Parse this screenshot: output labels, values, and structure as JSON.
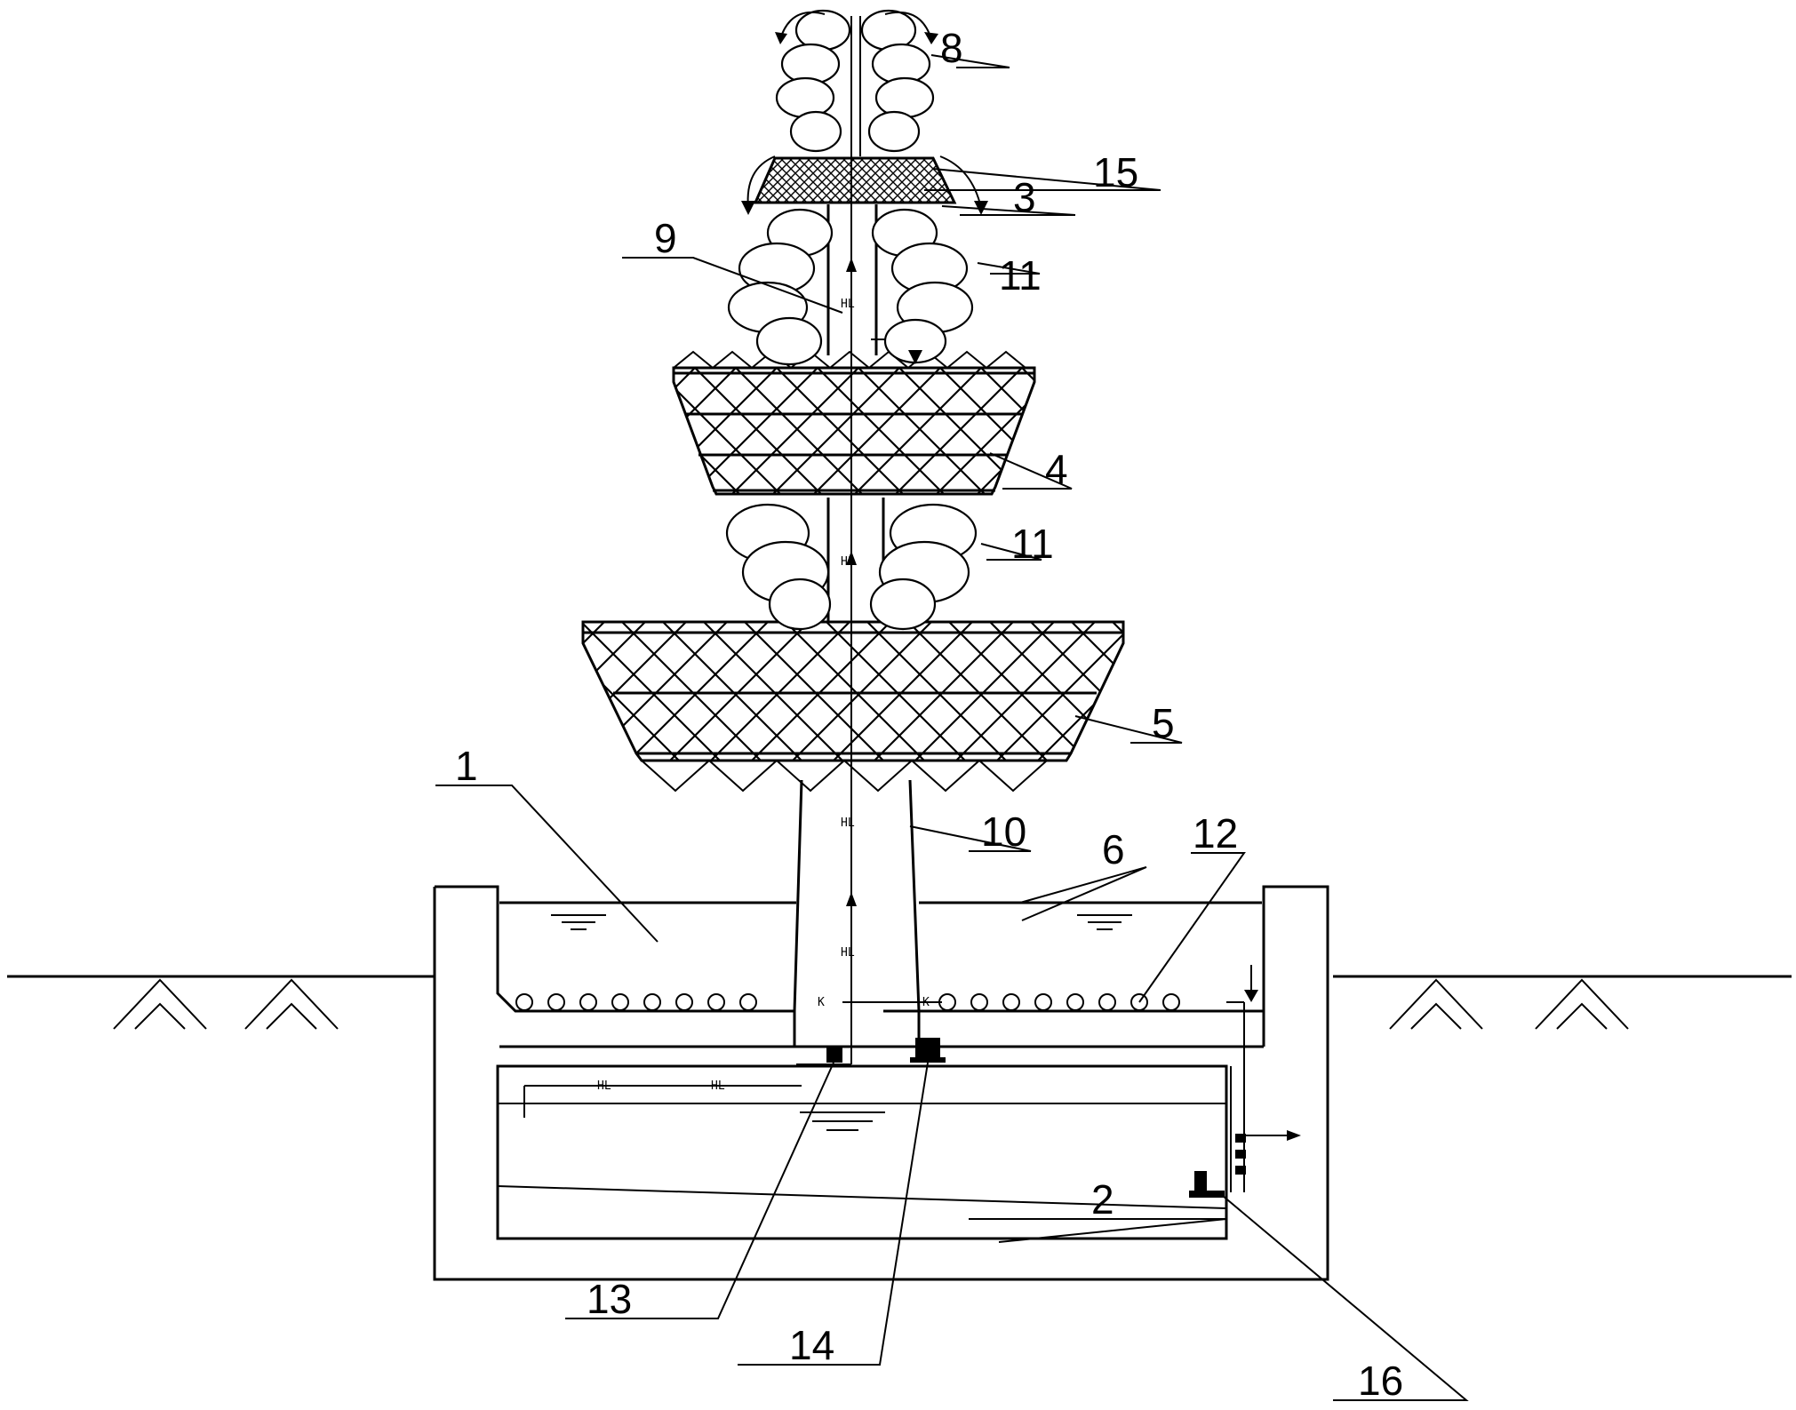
{
  "diagram": {
    "labels": {
      "n1": "1",
      "n2": "2",
      "n3": "3",
      "n4": "4",
      "n5": "5",
      "n6": "6",
      "n8": "8",
      "n9": "9",
      "n10": "10",
      "n11a": "11",
      "n11b": "11",
      "n12": "12",
      "n13": "13",
      "n14": "14",
      "n15": "15",
      "n16": "16"
    },
    "pipe_marks": {
      "hl": "HL",
      "k": "K"
    }
  }
}
